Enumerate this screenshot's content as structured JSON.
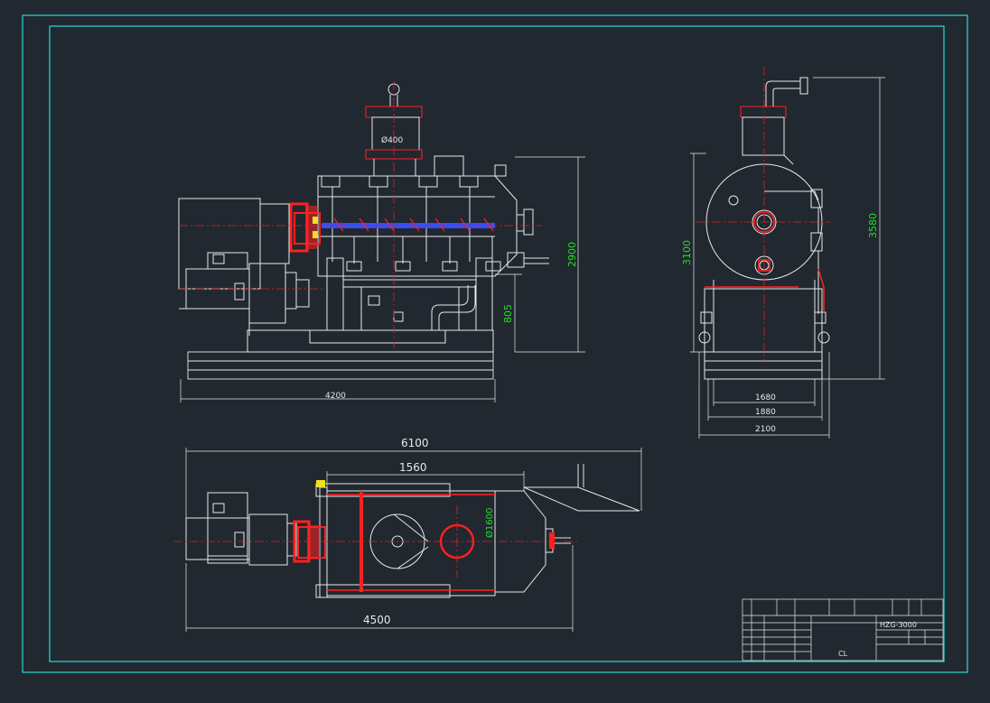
{
  "colors": {
    "background": "#212830",
    "frame": "#29d9d6",
    "linework": "#e8e8e8",
    "center": "#e02020",
    "highlight": "#ff2020",
    "dimension": "#20e020",
    "blue": "#3050ff",
    "yellow": "#f0e020"
  },
  "front_view": {
    "diameter_label": "Ø400",
    "dim_length": "4200",
    "dim_height": "2900",
    "dim_leg": "805"
  },
  "side_view": {
    "dim_height_outer": "3580",
    "dim_height_inner": "3100",
    "dim_width_1": "1680",
    "dim_width_2": "1880",
    "dim_width_3": "2100"
  },
  "top_view": {
    "dim_total": "6100",
    "dim_body": "1560",
    "dim_base": "4500",
    "diameter_label": "Ø1600"
  },
  "title_block": {
    "model": "HZG-3000",
    "unit": "CL"
  }
}
